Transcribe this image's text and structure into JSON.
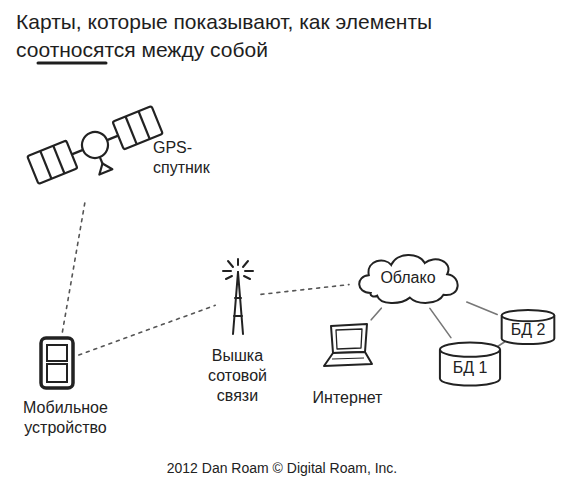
{
  "diagram": {
    "title": "Карты, которые показывают, как элементы соотносятся между собой",
    "caption": "2012 Dan Roam © Digital Roam, Inc.",
    "nodes": [
      {
        "text": [
          "GPS- спутник"
        ]
      },
      {
        "text": [
          "Мобильное устройство"
        ]
      },
      {
        "text": [
          "Вышка сотовой связи"
        ]
      },
      {
        "text": [
          "Облако"
        ]
      },
      {
        "text": [
          "Интернет"
        ]
      },
      {
        "text": [
          "БД 1"
        ]
      },
      {
        "text": [
          "БД 2"
        ]
      }
    ],
    "edges": [
      {
        "from": 0,
        "to": 1,
        "arrow": "none"
      },
      {
        "from": 1,
        "to": 2,
        "arrow": "none"
      },
      {
        "from": 2,
        "to": 3,
        "arrow": "none"
      },
      {
        "from": 3,
        "to": 4,
        "arrow": "none"
      },
      {
        "from": 3,
        "to": 5,
        "arrow": "none"
      },
      {
        "from": 3,
        "to": 6,
        "arrow": "none"
      },
      {
        "from": 5,
        "to": 6,
        "arrow": "none"
      }
    ]
  }
}
